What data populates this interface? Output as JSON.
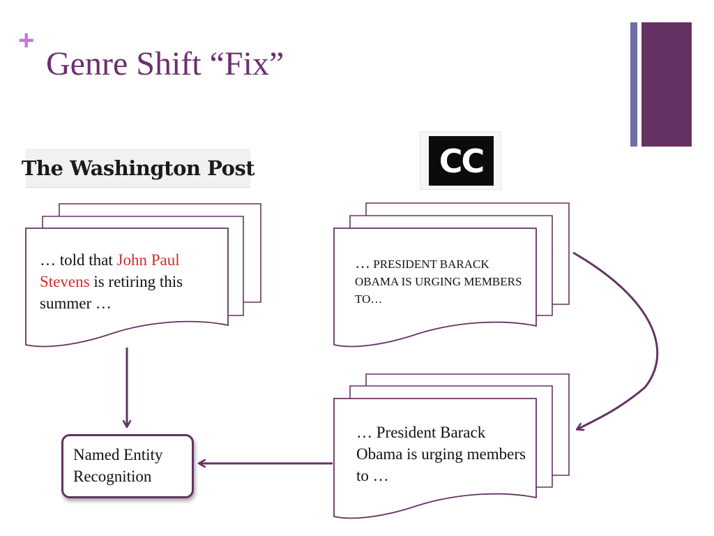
{
  "slide": {
    "plus_symbol": "+",
    "title": "Genre Shift “Fix”"
  },
  "sources": {
    "newspaper_logo": "The Washington Post",
    "captions_logo": "CC"
  },
  "documents": {
    "news": {
      "before": "… told that ",
      "highlight": "John Paul Stevens",
      "after": " is retiring this summer …"
    },
    "caption_raw": {
      "lead": "…",
      "text": " PRESIDENT BARACK OBAMA IS URGING MEMBERS TO…"
    },
    "caption_fixed": {
      "text": "… President Barack Obama is urging members to …"
    }
  },
  "process": {
    "ner_label": "Named Entity Recognition"
  },
  "colors": {
    "accent_purple": "#643262",
    "plus_pink": "#c07ad6",
    "bar_blue": "#6d6fa8",
    "highlight_red": "#d42a2a"
  }
}
